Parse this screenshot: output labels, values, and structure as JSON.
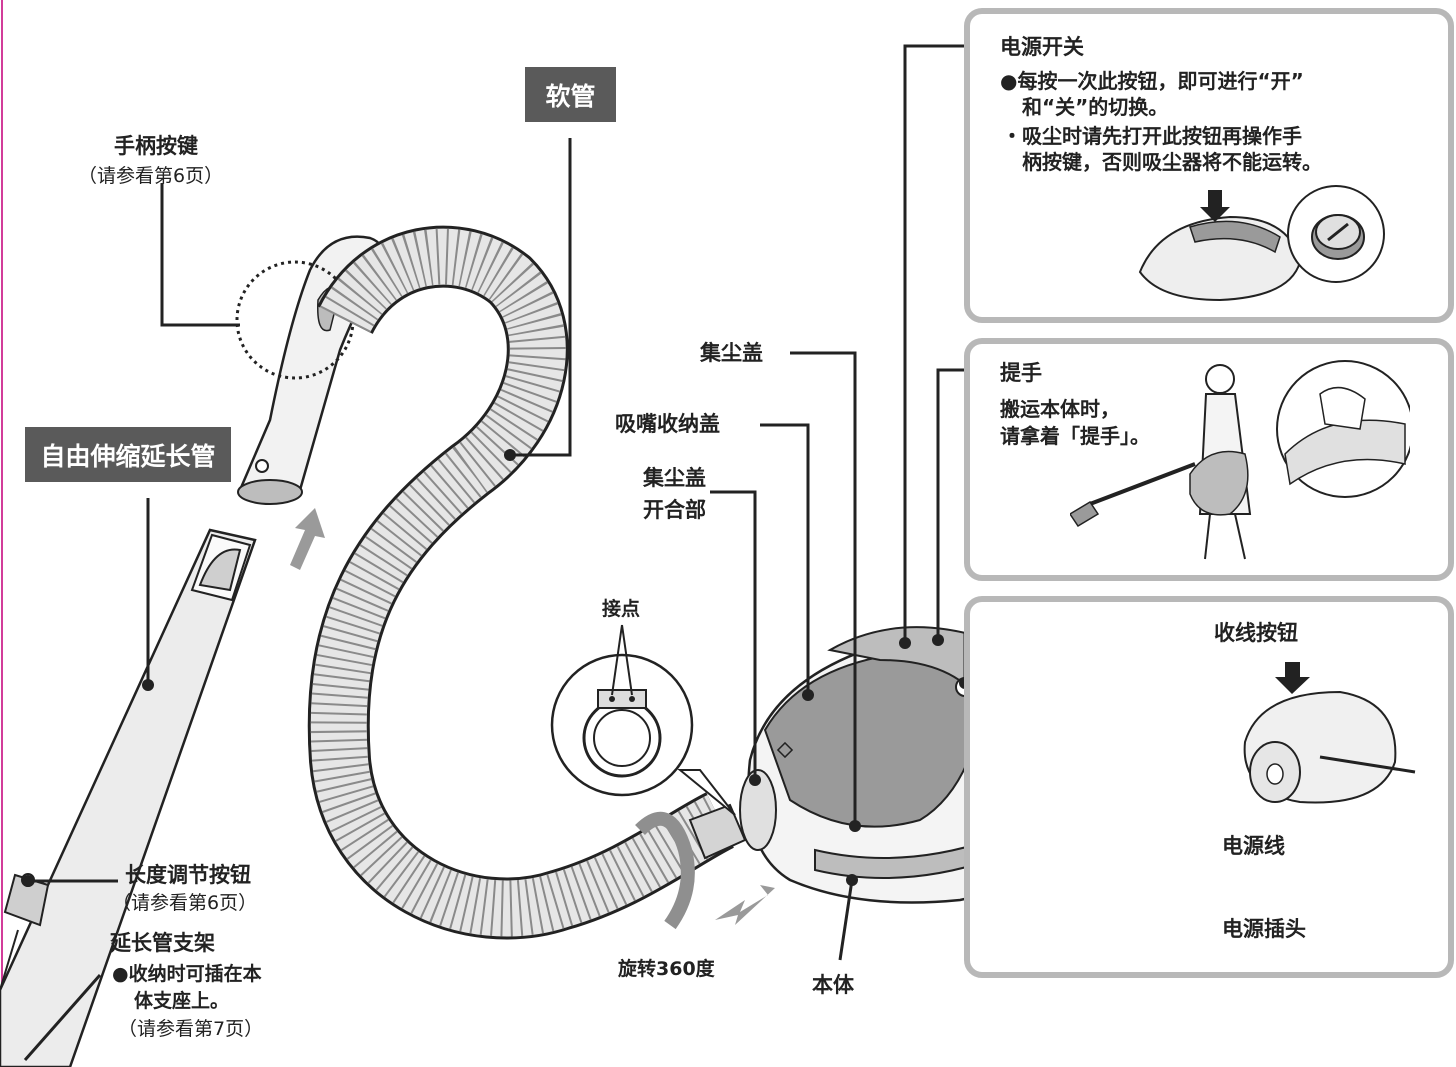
{
  "labels": {
    "hose": "软管",
    "handle_button": "手柄按键",
    "handle_button_ref": "（请参看第6页）",
    "telescopic_pipe": "自由伸缩延长管",
    "length_button": "长度调节按钮",
    "length_button_ref": "（请参看第6页）",
    "pipe_holder": "延长管支架",
    "pipe_holder_note1": "●收纳时可插在本",
    "pipe_holder_note2": "体支座上。",
    "pipe_holder_ref": "（请参看第7页）",
    "contacts": "接点",
    "rotate": "旋转360度",
    "dust_cover": "集尘盖",
    "nozzle_cover": "吸嘴收纳盖",
    "dust_cover_latch_1": "集尘盖",
    "dust_cover_latch_2": "开合部",
    "body": "本体",
    "power_switch": "电源开关",
    "power_note1": "●每按一次此按钮，即可进行“开”",
    "power_note2": "和“关”的切换。",
    "power_note3": "・吸尘时请先打开此按钮再操作手",
    "power_note4": "柄按键，否则吸尘器将不能运转。",
    "handle": "提手",
    "handle_note1": "搬运本体时，",
    "handle_note2": "请拿着「提手」。",
    "cord_button": "收线按钮",
    "power_cord": "电源线",
    "power_plug": "电源插头"
  },
  "colors": {
    "line": "#222222",
    "panel_border": "#b8b8b8",
    "label_box": "#5a5a5a",
    "body_gray": "#9a9a9a",
    "light_gray": "#e8e8e8",
    "accent_magenta": "#d23c9a"
  }
}
